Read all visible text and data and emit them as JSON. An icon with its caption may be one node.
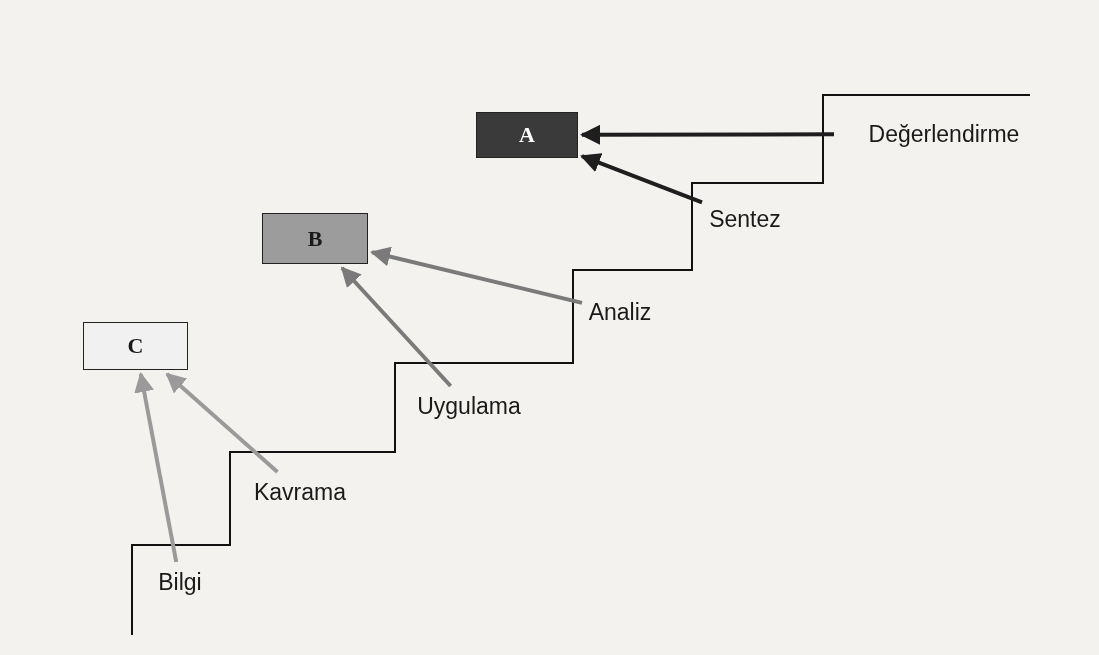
{
  "diagram": {
    "nodes": [
      {
        "text": [
          "A"
        ]
      },
      {
        "text": [
          "Değerlendirme"
        ]
      },
      {
        "text": [
          "Sentez"
        ]
      },
      {
        "text": [
          "B"
        ]
      },
      {
        "text": [
          "Analiz"
        ]
      },
      {
        "text": [
          "C"
        ]
      },
      {
        "text": [
          "Uygulama"
        ]
      },
      {
        "text": [
          "Kavrama"
        ]
      },
      {
        "text": [
          "Bilgi"
        ]
      }
    ],
    "edges": [
      {
        "from": 1,
        "to": 0,
        "arrow": "to",
        "color": "#1e1e1e"
      },
      {
        "from": 2,
        "to": 0,
        "arrow": "to",
        "color": "#1e1e1e"
      },
      {
        "from": 4,
        "to": 3,
        "arrow": "to",
        "color": "#7a7a7a"
      },
      {
        "from": 6,
        "to": 3,
        "arrow": "to",
        "color": "#7a7a7a"
      },
      {
        "from": 7,
        "to": 5,
        "arrow": "to",
        "color": "#9a9a9a"
      },
      {
        "from": 8,
        "to": 5,
        "arrow": "to",
        "color": "#9a9a9a"
      }
    ]
  }
}
